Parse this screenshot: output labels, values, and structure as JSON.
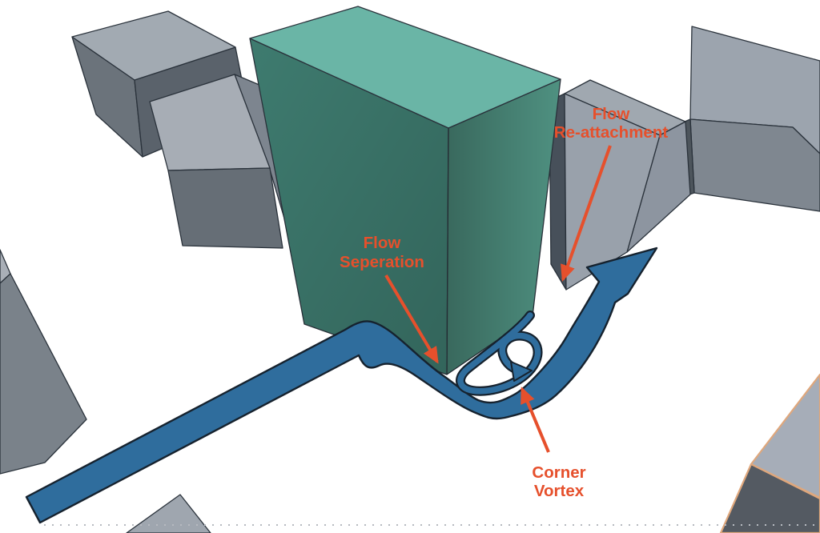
{
  "diagram": {
    "annotations": {
      "flow_separation": {
        "line1": "Flow",
        "line2": "Seperation"
      },
      "flow_reattachment": {
        "line1": "Flow",
        "line2": "Re-attachment"
      },
      "corner_vortex": {
        "line1": "Corner",
        "line2": "Vortex"
      }
    },
    "colors": {
      "annotation_red": "#e6502c",
      "flow_blue": "#2f6d9d",
      "flow_outline": "#16222e",
      "teal_roof": "#6ab5a6",
      "teal_front": "#3e7b6f",
      "teal_right": "#4f9181",
      "b1_roof": "#a2aab2",
      "b1_front": "#6b737b",
      "b1_right": "#5a626b",
      "b2_roof": "#a7adb5",
      "b2_front": "#666e76",
      "b2_right": "#7d858f",
      "b3_roof": "#a0a8b0",
      "b3_front": "#99a1ab",
      "b3_right": "#8d95a0",
      "b3_left": "#47505a",
      "b4_roof": "#9ca4ae",
      "b4_front": "#7f8790",
      "b4_left": "#4d555c",
      "b5_roof": "#a9afb7",
      "b5_front": "#7a828a",
      "b6_fill": "#9fa6af",
      "b7_top": "#a6adb8",
      "b7_side": "#545a62",
      "b7_edge": "#dfa77c",
      "ground_dots": "#b6bac0"
    }
  }
}
